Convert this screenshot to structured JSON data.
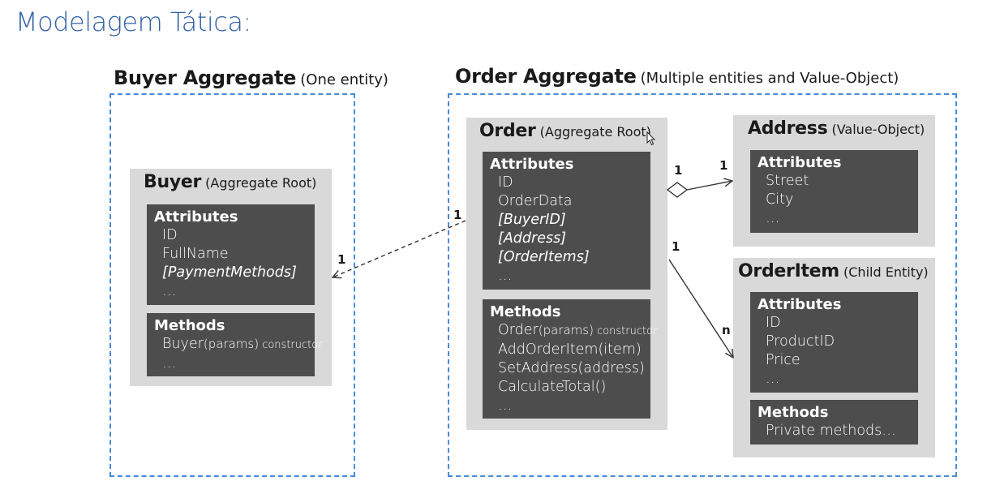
{
  "slide_title": "Modelagem Tática:",
  "buyer_aggregate": {
    "title": "Buyer Aggregate",
    "subtitle": "(One entity)",
    "buyer": {
      "name": "Buyer",
      "role": "(Aggregate Root)",
      "attributes_header": "Attributes",
      "attributes": [
        "ID",
        "FullName",
        "[PaymentMethods]",
        "…"
      ],
      "methods_header": "Methods",
      "method_constructor_name": "Buyer",
      "method_constructor_params": "(params)",
      "method_constructor_note": " constructor",
      "methods_more": "…"
    }
  },
  "order_aggregate": {
    "title": "Order Aggregate",
    "subtitle": "(Multiple entities and Value-Object)",
    "order": {
      "name": "Order",
      "role": "(Aggregate Root)",
      "attributes_header": "Attributes",
      "attributes": [
        "ID",
        "OrderData",
        "[BuyerID]",
        "[Address]",
        "[OrderItems]",
        "…"
      ],
      "methods_header": "Methods",
      "method_constructor_name": "Order",
      "method_constructor_params": "(params)",
      "method_constructor_note": " constructor",
      "methods": [
        "AddOrderItem(item)",
        "SetAddress(address)",
        "CalculateTotal()",
        "…"
      ]
    },
    "address": {
      "name": "Address",
      "role": "(Value-Object)",
      "attributes_header": "Attributes",
      "attributes": [
        "Street",
        "City",
        "…"
      ]
    },
    "order_item": {
      "name": "OrderItem",
      "role": "(Child Entity)",
      "attributes_header": "Attributes",
      "attributes": [
        "ID",
        "ProductID",
        "Price",
        "…"
      ],
      "methods_header": "Methods",
      "methods": [
        "Private methods…"
      ]
    }
  },
  "relations": {
    "order_buyer_source": "1",
    "order_buyer_target": "1",
    "order_address_source": "1",
    "order_address_target": "1",
    "order_item_source": "1",
    "order_item_target": "n"
  }
}
